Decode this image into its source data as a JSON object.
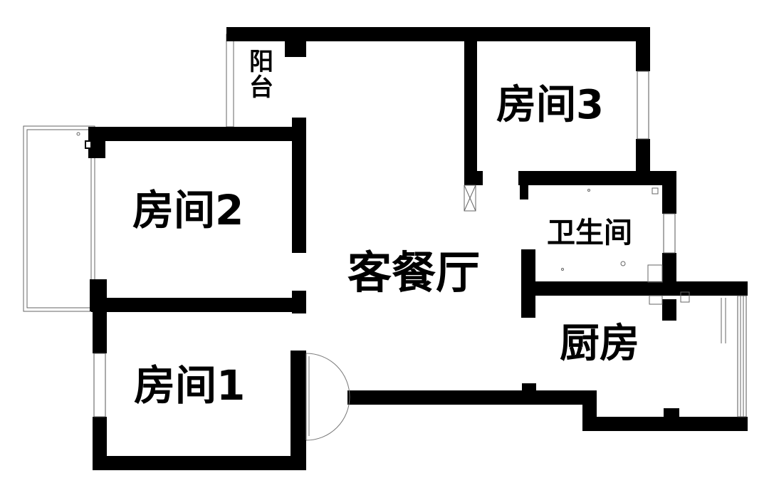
{
  "rooms": {
    "balcony": "阳台",
    "room3": "房间3",
    "room2": "房间2",
    "living_dining": "客餐厅",
    "bathroom": "卫生间",
    "kitchen": "厨房",
    "room1": "房间1"
  },
  "colors": {
    "wall": "#000000",
    "background": "#ffffff"
  }
}
